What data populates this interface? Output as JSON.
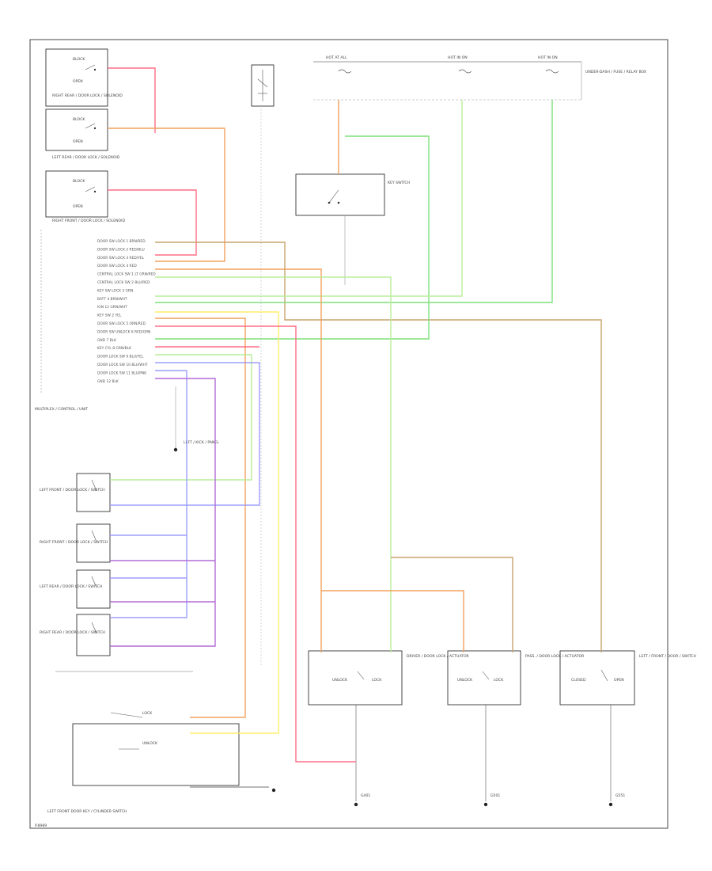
{
  "colors": {
    "red": "#ff6f86",
    "orange": "#f2a25f",
    "green": "#7ee07c",
    "light_green": "#b9ee9a",
    "yellow": "#ffee66",
    "blue": "#9d9dff",
    "purple": "#b36bd6",
    "brown": "#c9a46c",
    "gray": "#888888"
  },
  "labels": {
    "sw1_top": "BLOCK",
    "sw1_bot": "OPEN",
    "sw1_name": "RIGHT REAR / DOOR LOCK / SOLENOID",
    "sw2_top": "BLOCK",
    "sw2_bot": "OPEN",
    "sw2_name": "LEFT REAR / DOOR LOCK / SOLENOID",
    "sw3_top": "BLOCK",
    "sw3_bot": "OPEN",
    "sw3_name": "RIGHT FRONT / DOOR LOCK / SOLENOID",
    "top_fuse1": "HOT AT ALL",
    "top_fuse2": "HOT IN ON",
    "top_fuse3": "HOT IN ON",
    "ign_switch": "KEY SWITCH",
    "fuse_block_note": "UNDER-DASH / FUSE / RELAY BOX",
    "module_name": "MULTIPLEX / CONTROL / UNIT",
    "ground_name": "LEFT / KICK / PANEL",
    "sw_lf": "LEFT FRONT / DOOR LOCK / SWITCH",
    "sw_rf": "RIGHT FRONT / DOOR LOCK / SWITCH",
    "sw_lr": "LEFT REAR / DOOR LOCK / SWITCH",
    "sw_rr": "RIGHT REAR / DOOR LOCK / SWITCH",
    "act1": "UNLOCK",
    "act1b": "LOCK",
    "act2": "UNLOCK",
    "act2b": "LOCK",
    "act3": "CLOSED",
    "act3b": "OPEN",
    "act_name1": "DRIVER / DOOR LOCK / ACTUATOR",
    "act_name2": "PASS. / DOOR LOCK / ACTUATOR",
    "act_name3": "LEFT / FRONT / DOOR / SWITCH",
    "bottom_sw": "LEFT FRONT DOOR KEY / CYLINDER SWITCH",
    "bottom_lock": "LOCK",
    "bottom_unlock": "UNLOCK",
    "ground_g1": "G401",
    "ground_g2": "G501",
    "ground_g3": "G551",
    "footer": "P.8989"
  },
  "pins": [
    "DOOR SW LOCK 1 BRN/RED",
    "DOOR SW LOCK 2 RED/BLU",
    "DOOR SW LOCK 3 RED/YEL",
    "DOOR SW LOCK 4 RED",
    "CENTRAL LOCK SW 1 LT GRN/RED",
    "CENTRAL LOCK SW 2 BLU/RED",
    "KEY SW LOCK 3 GRN",
    "BATT 4 BRN/WHT",
    "IGN 12 GRN/WHT",
    "KEY SW 2 YEL",
    "DOOR SW LOCK 5 ORN/RED",
    "DOOR SW UNLOCK 6 RED/GRN",
    "GND 7 BLK",
    "KEY CYL 8 GRN/BLK",
    "DOOR LOCK SW 9 BLU/YEL",
    "DOOR LOCK SW 10 BLU/WHT",
    "DOOR LOCK SW 11 BLU/PNK",
    "GND 12 BLK"
  ]
}
